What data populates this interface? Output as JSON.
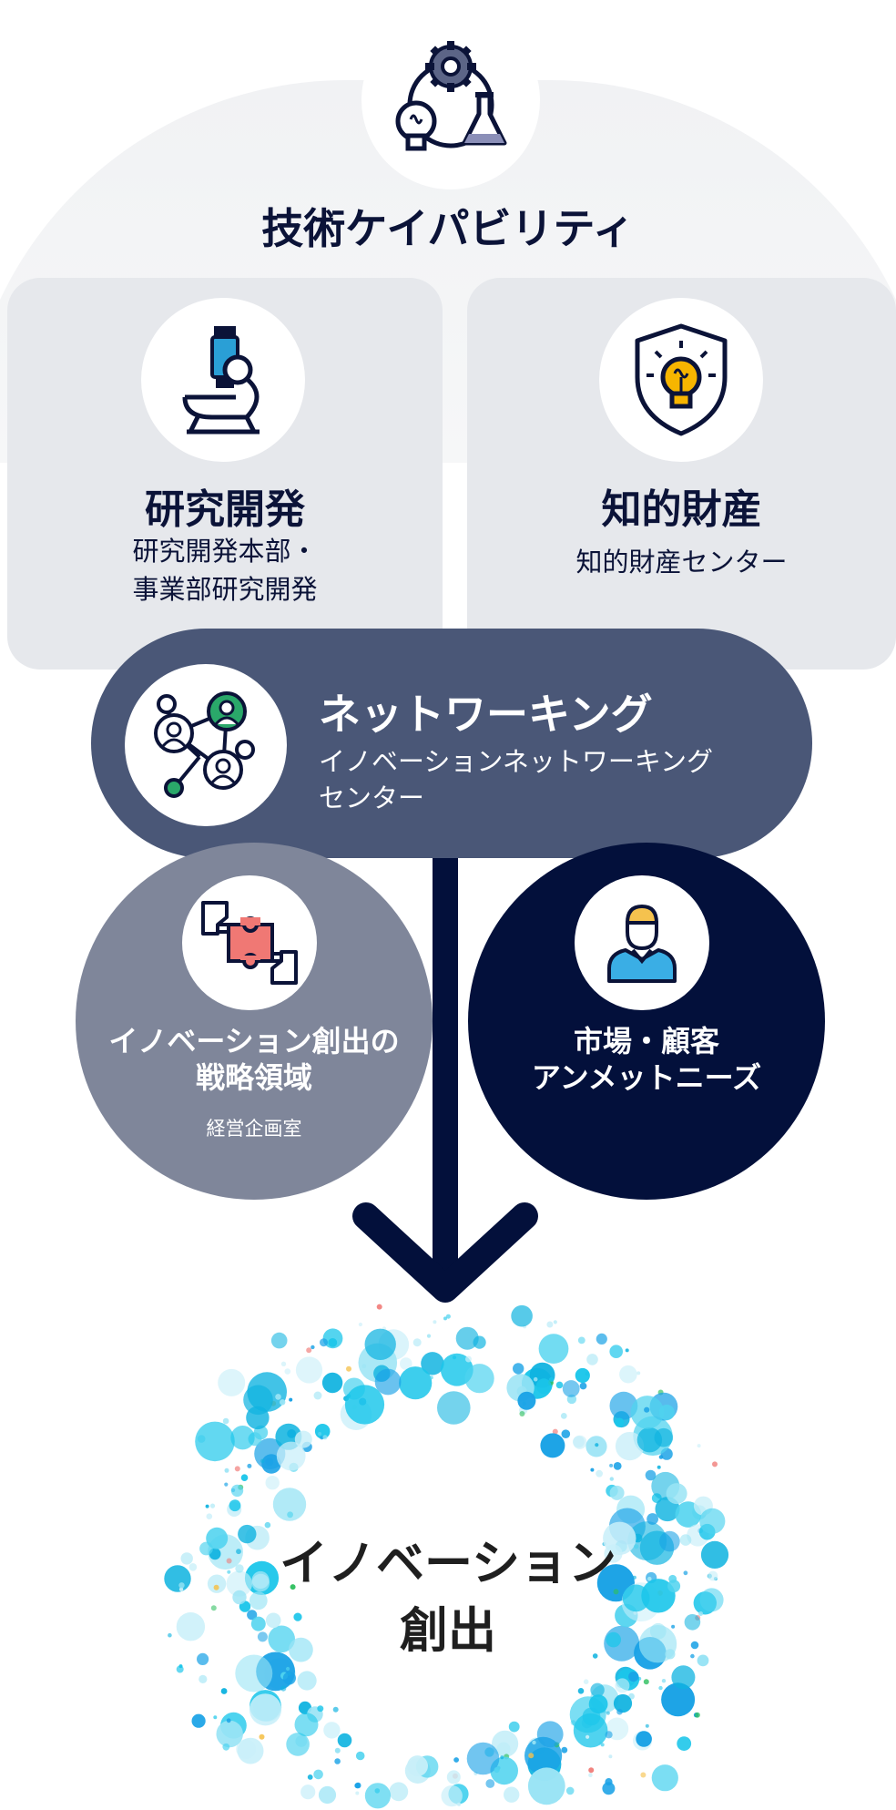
{
  "capability": {
    "title": "技術ケイパビリティ"
  },
  "rnd": {
    "title": "研究開発",
    "subtitle_line1": "研究開発本部・",
    "subtitle_line2": "事業部研究開発"
  },
  "ip": {
    "title": "知的財産",
    "subtitle": "知的財産センター"
  },
  "networking": {
    "title": "ネットワーキング",
    "subtitle_line1": "イノベーションネットワーキング",
    "subtitle_line2": "センター"
  },
  "strategy": {
    "title_line1": "イノベーション創出の",
    "title_line2": "戦略領域",
    "subtitle": "経営企画室"
  },
  "market": {
    "title_line1": "市場・顧客",
    "title_line2": "アンメットニーズ"
  },
  "outcome": {
    "line1": "イノベーション",
    "line2": "創出"
  },
  "icons": [
    "gear-bulb-flask-icon",
    "microscope-icon",
    "shield-bulb-icon",
    "network-people-icon",
    "handshake-puzzle-icon",
    "person-icon",
    "arrow-down-icon"
  ],
  "colors": {
    "navy": "#03103b",
    "slate": "#4a5777",
    "gray": "#7f869a",
    "panel": "#e6e8ec",
    "cyan": "#1bc6ea"
  }
}
